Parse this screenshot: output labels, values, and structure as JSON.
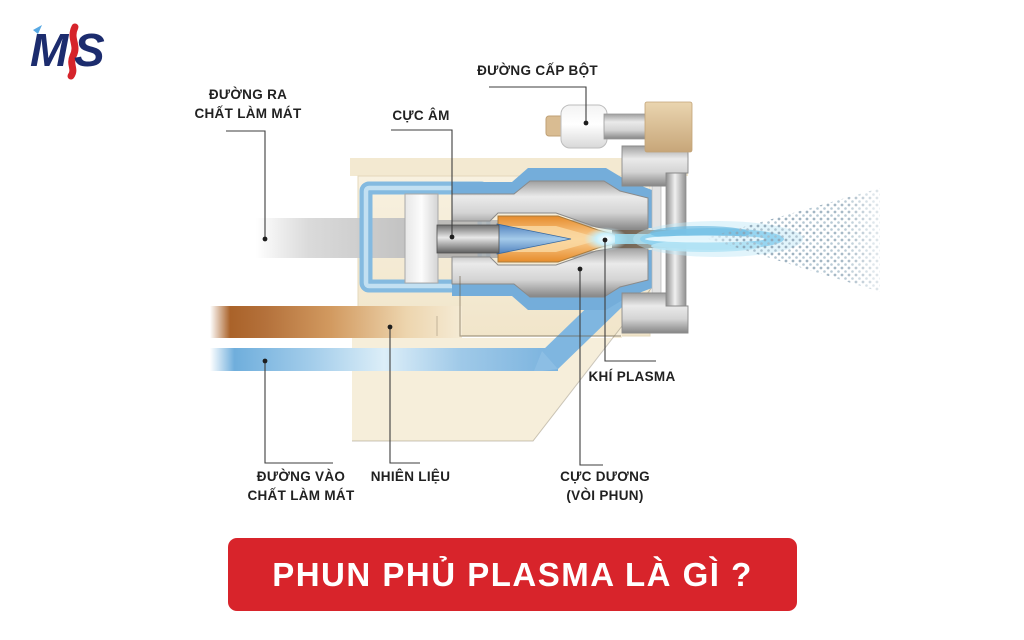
{
  "logo": {
    "letter_m": "M",
    "letter_s": "S"
  },
  "diagram": {
    "labels": {
      "coolant_out": {
        "line1": "ĐƯỜNG RA",
        "line2": "CHẤT LÀM MÁT"
      },
      "cathode": {
        "text": "CỰC ÂM"
      },
      "powder_feed": {
        "text": "ĐƯỜNG CẤP BỘT"
      },
      "plasma_gas": {
        "text": "KHÍ PLASMA"
      },
      "coolant_in": {
        "line1": "ĐƯỜNG VÀO",
        "line2": "CHẤT LÀM MÁT"
      },
      "fuel": {
        "text": "NHIÊN LIỆU"
      },
      "anode": {
        "line1": "CỰC DƯƠNG",
        "line2": "(VÒI PHUN)"
      }
    },
    "colors": {
      "body_cream": "#F6EDD7",
      "coolant_blue": "#7FB5DE",
      "flame_orange": "#ED9C40",
      "plasma_jet_cyan": "#8FD2EF",
      "steel_gray": "#C9C9C9",
      "tan_block": "#DCC29A",
      "leader_line": "#3E3E3E"
    }
  },
  "banner": {
    "title": "PHUN PHỦ PLASMA LÀ GÌ ?",
    "background": "#D8242B",
    "text_color": "#FFFFFF"
  }
}
